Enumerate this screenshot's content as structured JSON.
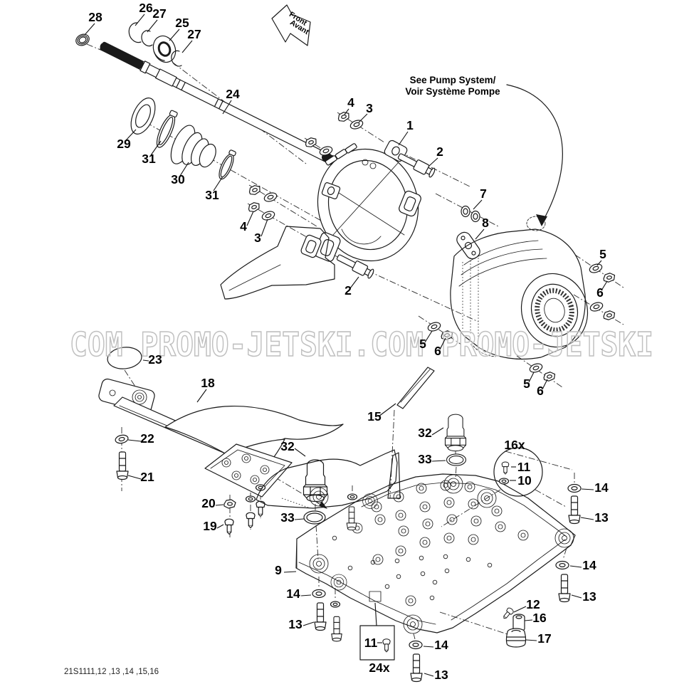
{
  "diagram": {
    "type": "exploded-parts-diagram",
    "footer_code": "21S1111,12 ,13 ,14 ,15,16",
    "direction_arrow": {
      "line1": "Front",
      "line2": "Avant"
    },
    "pump_note": {
      "line1": "See Pump System/",
      "line2": "Voir Système Pompe"
    },
    "watermark": {
      "text": "COM PROMO-JETSKI.COM PROMO-JETSKI"
    },
    "colors": {
      "background": "#ffffff",
      "line_art": "#1a1a1a",
      "label_text": "#000000",
      "watermark": "#c0c0c0"
    },
    "callouts": {
      "n28": "28",
      "n26": "26",
      "n27a": "27",
      "n25": "25",
      "n27b": "27",
      "n24": "24",
      "n29": "29",
      "n31a": "31",
      "n30": "30",
      "n31b": "31",
      "n4a": "4",
      "n3a": "3",
      "n1": "1",
      "n2a": "2",
      "n7": "7",
      "n8": "8",
      "n4b": "4",
      "n3b": "3",
      "n2b": "2",
      "n5a": "5",
      "n6a": "6",
      "n5b": "5",
      "n6b": "6",
      "n5c": "5",
      "n6c": "6",
      "n23": "23",
      "n18": "18",
      "n15": "15",
      "n22": "22",
      "n21": "21",
      "n32a": "32",
      "n33a": "33",
      "n20": "20",
      "n19": "19",
      "n32b": "32",
      "n33b": "33",
      "n16x": "16x",
      "n11a": "11",
      "n10": "10",
      "n14a": "14",
      "n13a": "13",
      "n9": "9",
      "n14b": "14",
      "n13b": "13",
      "n14c": "14",
      "n13c": "13",
      "n12": "12",
      "n16": "16",
      "n17": "17",
      "n11b": "11",
      "n24x": "24x",
      "n14d": "14",
      "n13d": "13"
    }
  }
}
